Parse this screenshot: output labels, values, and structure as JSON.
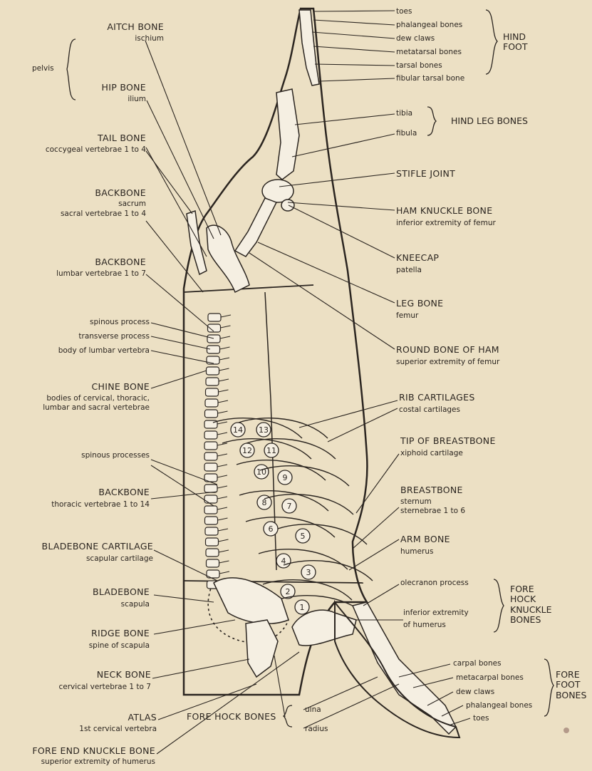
{
  "left_labels": [
    {
      "id": "aitch-bone",
      "title": "AITCH BONE",
      "sub": "ischium"
    },
    {
      "id": "pelvis",
      "title": "pelvis"
    },
    {
      "id": "hip-bone",
      "title": "HIP BONE",
      "sub": "ilium"
    },
    {
      "id": "tail-bone",
      "title": "TAIL BONE",
      "sub": "coccygeal vertebrae 1 to 4"
    },
    {
      "id": "backbone-sacral",
      "title": "BACKBONE",
      "sub": "sacrum",
      "sub2": "sacral vertebrae 1 to 4"
    },
    {
      "id": "backbone-lumbar",
      "title": "BACKBONE",
      "sub": "lumbar vertebrae 1 to 7"
    },
    {
      "id": "spinous-process",
      "title": "spinous process"
    },
    {
      "id": "transverse-process",
      "title": "transverse process"
    },
    {
      "id": "body-lumbar",
      "title": "body of lumbar vertebra"
    },
    {
      "id": "chine-bone",
      "title": "CHINE BONE",
      "sub": "bodies of cervical, thoracic,",
      "sub2": "lumbar and sacral vertebrae"
    },
    {
      "id": "spinous-processes",
      "title": "spinous processes"
    },
    {
      "id": "backbone-thoracic",
      "title": "BACKBONE",
      "sub": "thoracic vertebrae 1 to 14"
    },
    {
      "id": "bladebone-cartilage",
      "title": "BLADEBONE CARTILAGE",
      "sub": "scapular cartilage"
    },
    {
      "id": "bladebone",
      "title": "BLADEBONE",
      "sub": "scapula"
    },
    {
      "id": "ridge-bone",
      "title": "RIDGE BONE",
      "sub": "spine of scapula"
    },
    {
      "id": "neck-bone",
      "title": "NECK BONE",
      "sub": "cervical vertebrae 1 to 7"
    },
    {
      "id": "atlas",
      "title": "ATLAS",
      "sub": "1st cervical vertebra"
    },
    {
      "id": "fore-end-knuckle",
      "title": "FORE END KNUCKLE BONE",
      "sub": "superior extremity of humerus"
    }
  ],
  "right_labels": [
    {
      "id": "toes-hind",
      "title": "toes"
    },
    {
      "id": "phalangeal-hind",
      "title": "phalangeal bones"
    },
    {
      "id": "dew-claws-hind",
      "title": "dew claws"
    },
    {
      "id": "metatarsal",
      "title": "metatarsal bones"
    },
    {
      "id": "tarsal",
      "title": "tarsal bones"
    },
    {
      "id": "fibular-tarsal",
      "title": "fibular tarsal bone"
    },
    {
      "id": "tibia",
      "title": "tibia"
    },
    {
      "id": "fibula",
      "title": "fibula"
    },
    {
      "id": "stifle",
      "title": "STIFLE JOINT"
    },
    {
      "id": "ham-knuckle",
      "title": "HAM KNUCKLE BONE",
      "sub": "inferior extremity of femur"
    },
    {
      "id": "kneecap",
      "title": "KNEECAP",
      "sub": "patella"
    },
    {
      "id": "leg-bone",
      "title": "LEG BONE",
      "sub": "femur"
    },
    {
      "id": "round-bone",
      "title": "ROUND BONE OF HAM",
      "sub": "superior extremity of femur"
    },
    {
      "id": "rib-cartilages",
      "title": "RIB CARTILAGES",
      "sub": "costal cartilages"
    },
    {
      "id": "tip-breastbone",
      "title": "TIP OF BREASTBONE",
      "sub": "xiphoid cartilage"
    },
    {
      "id": "breastbone",
      "title": "BREASTBONE",
      "sub": "sternum",
      "sub2": "sternebrae 1 to 6"
    },
    {
      "id": "arm-bone",
      "title": "ARM BONE",
      "sub": "humerus"
    },
    {
      "id": "olecranon",
      "title": "olecranon process"
    },
    {
      "id": "inferior-humerus",
      "title": "inferior extremity",
      "sub": "of humerus"
    },
    {
      "id": "carpal",
      "title": "carpal bones"
    },
    {
      "id": "metacarpal",
      "title": "metacarpal bones"
    },
    {
      "id": "dew-claws-fore",
      "title": "dew claws"
    },
    {
      "id": "phalangeal-fore",
      "title": "phalangeal bones"
    },
    {
      "id": "toes-fore",
      "title": "toes"
    },
    {
      "id": "ulna",
      "title": "ulna"
    },
    {
      "id": "radius",
      "title": "radius"
    },
    {
      "id": "fore-hock-bones",
      "title": "FORE HOCK BONES"
    }
  ],
  "groups": {
    "hind_foot": [
      "HIND",
      "FOOT"
    ],
    "hind_leg_bones": "HIND LEG BONES",
    "fore_hock_knuckle": [
      "FORE",
      "HOCK",
      "KNUCKLE",
      "BONES"
    ],
    "fore_foot": [
      "FORE",
      "FOOT",
      "BONES"
    ]
  },
  "rib_numbers": [
    "14",
    "13",
    "12",
    "11",
    "10",
    "9",
    "8",
    "7",
    "6",
    "5",
    "4",
    "3",
    "2",
    "1"
  ]
}
